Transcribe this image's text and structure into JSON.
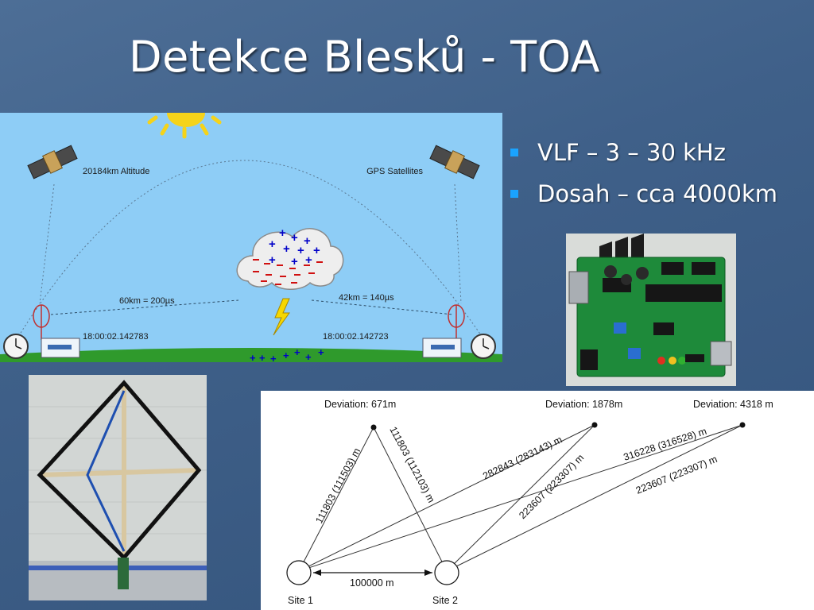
{
  "slide": {
    "title": "Detekce Blesků - TOA",
    "bullets": [
      "VLF – 3 – 30 kHz",
      "Dosah – cca 4000km"
    ]
  },
  "toa_diagram": {
    "left_satellite_label": "20184km Altitude",
    "right_satellite_label": "GPS Satellites",
    "left_distance": "60km = 200µs",
    "right_distance": "42km = 140µs",
    "left_timestamp": "18:00:02.142783",
    "right_timestamp": "18:00:02.142723"
  },
  "deviation_diagram": {
    "deviations": [
      "Deviation: 671m",
      "Deviation: 1878m",
      "Deviation: 4318 m"
    ],
    "edge_labels": [
      "111803 (111503) m",
      "111803 (112103) m",
      "282843 (283143) m",
      "223607 (223307) m",
      "316228 (316528) m",
      "223607 (223307) m"
    ],
    "baseline": "100000 m",
    "site1": "Site 1",
    "site2": "Site 2"
  },
  "colors": {
    "sky": "#8ecdf6",
    "ground": "#2f9a2c",
    "bullet": "#1aa3ff",
    "positive": "#0000c8",
    "negative": "#d01010"
  }
}
